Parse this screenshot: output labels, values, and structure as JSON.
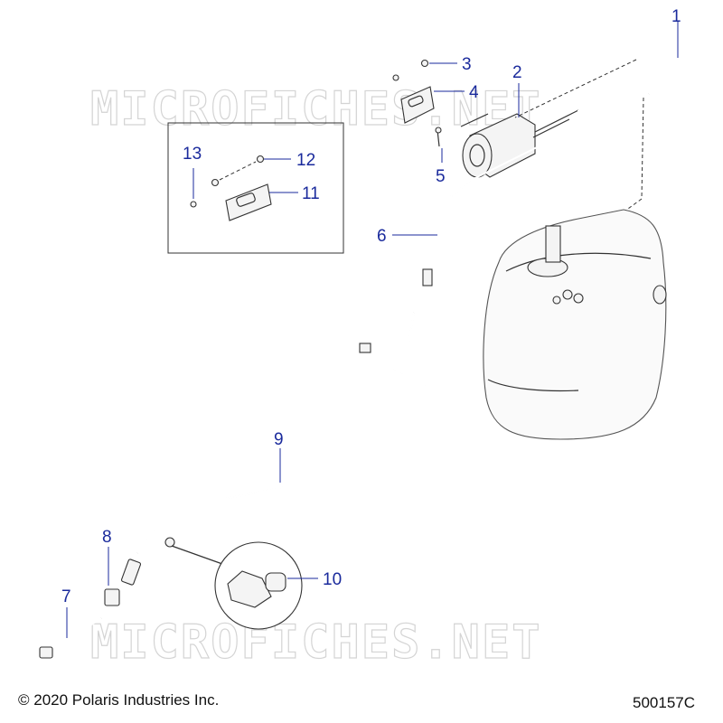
{
  "watermark": "MICROFICHES.NET",
  "footer": {
    "copyright": "© 2020 Polaris Industries Inc.",
    "diagram_id": "500157C"
  },
  "callouts": {
    "c1": "1",
    "c2": "2",
    "c3": "3",
    "c4": "4",
    "c5": "5",
    "c6": "6",
    "c7": "7",
    "c8": "8",
    "c9": "9",
    "c10": "10",
    "c11": "11",
    "c12": "12",
    "c13": "13"
  },
  "colors": {
    "callout": "#1a2a9c",
    "line_art": "#333333",
    "watermark": "#d4d4d4"
  }
}
